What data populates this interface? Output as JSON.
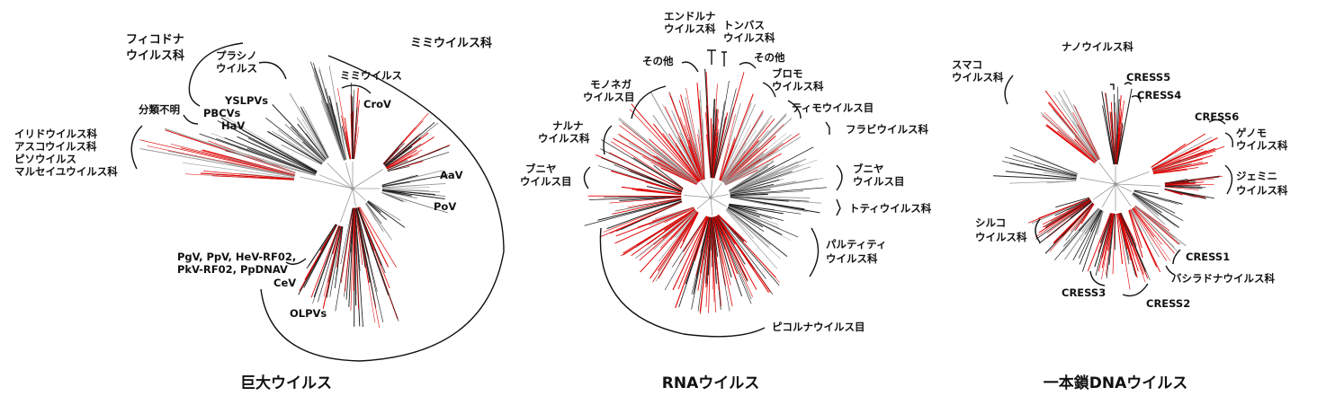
{
  "figures": [
    {
      "id": "giant",
      "title": "巨大ウイルス",
      "labels": {
        "phyco": [
          "フィコドナ",
          "ウイルス科"
        ],
        "mimi_family": "ミミウイルス科",
        "prasino": [
          "プラシノ",
          "ウイルス"
        ],
        "yslpvs": "YSLPVs",
        "pbcvs": "PBCVs",
        "hav": "HaV",
        "unclassified": "分類不明",
        "mimivirus": "ミミウイルス",
        "crov": "CroV",
        "irido_group": [
          "イリドウイルス科",
          "アスコウイルス科",
          "ピソウイルス",
          "マルセイユウイルス科"
        ],
        "aav": "AaV",
        "pov": "PoV",
        "pgv_group": [
          "PgV, PpV, HeV-RF02,",
          "PkV-RF02, PpDNAV"
        ],
        "cev": "CeV",
        "olpvs": "OLPVs"
      }
    },
    {
      "id": "rna",
      "title": "RNAウイルス",
      "labels": {
        "endornavirus": [
          "エンドルナ",
          "ウイルス科"
        ],
        "tombus": [
          "トンバス",
          "ウイルス科"
        ],
        "other1": "その他",
        "other2": "その他",
        "bromo": [
          "ブロモ",
          "ウイルス科"
        ],
        "mononega": [
          "モノネガ",
          "ウイルス目"
        ],
        "tymo": "ティモウイルス目",
        "narna": [
          "ナルナ",
          "ウイルス科"
        ],
        "flavi": "フラビウイルス科",
        "bunya_left": [
          "ブニヤ",
          "ウイルス目"
        ],
        "bunya_right": [
          "ブニヤ",
          "ウイルス目"
        ],
        "toti": "トティウイルス科",
        "partiti": [
          "パルティティ",
          "ウイルス科"
        ],
        "picorna": "ピコルナウイルス目"
      }
    },
    {
      "id": "ssdna",
      "title": "一本鎖DNAウイルス",
      "labels": {
        "nano": "ナノウイルス科",
        "smaco": [
          "スマコ",
          "ウイルス科"
        ],
        "cress5": "CRESS5",
        "cress4": "CRESS4",
        "cress6": "CRESS6",
        "genomo": [
          "ゲノモ",
          "ウイルス科"
        ],
        "gemini": [
          "ジェミニ",
          "ウイルス科"
        ],
        "circo": [
          "シルコ",
          "ウイルス科"
        ],
        "cress1": "CRESS1",
        "bacilla": "バシラドナウイルス科",
        "cress3": "CRESS3",
        "cress2": "CRESS2"
      }
    }
  ],
  "branch_colors": {
    "highlight": "#e00000",
    "dark": "#222222",
    "grey": "#9a9a9a"
  }
}
